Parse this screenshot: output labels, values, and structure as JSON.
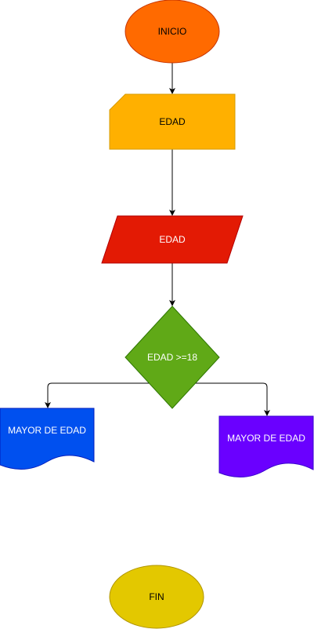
{
  "diagram": {
    "type": "flowchart",
    "nodes": {
      "start": {
        "label": "INICIO",
        "shape": "ellipse",
        "fill": "#FF6A00",
        "text_color": "#000000"
      },
      "input": {
        "label": "EDAD",
        "shape": "card",
        "fill": "#FFB000",
        "text_color": "#000000"
      },
      "process": {
        "label": "EDAD",
        "shape": "parallelogram",
        "fill": "#E31A04",
        "text_color": "#FFFFFF"
      },
      "decision": {
        "label": "EDAD >=18",
        "shape": "diamond",
        "fill": "#60A917",
        "text_color": "#FFFFFF"
      },
      "out_left": {
        "label": "MAYOR DE EDAD",
        "shape": "document",
        "fill": "#0050EF",
        "text_color": "#FFFFFF"
      },
      "out_right": {
        "label": "MAYOR DE EDAD",
        "shape": "document",
        "fill": "#6A00FF",
        "text_color": "#FFFFFF"
      },
      "end": {
        "label": "FIN",
        "shape": "ellipse",
        "fill": "#E3C800",
        "text_color": "#000000"
      }
    },
    "edges": [
      {
        "from": "start",
        "to": "input"
      },
      {
        "from": "input",
        "to": "process"
      },
      {
        "from": "process",
        "to": "decision"
      },
      {
        "from": "decision",
        "to": "out_left"
      },
      {
        "from": "decision",
        "to": "out_right"
      }
    ]
  }
}
